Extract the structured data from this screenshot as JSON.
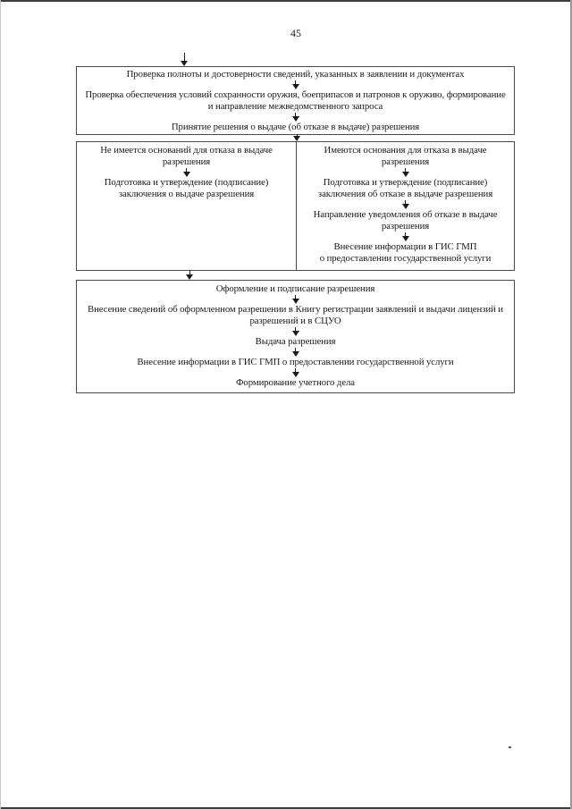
{
  "page": {
    "number": "45"
  },
  "colors": {
    "ink": "#1a1a1a",
    "box_border": "#4a4a4a",
    "background": "#ffffff"
  },
  "flowchart": {
    "top_box": {
      "steps": [
        "Проверка полноты и достоверности сведений, указанных в заявлении и документах",
        [
          "Проверка обеспечения условий сохранности оружия, боеприпасов и патронов к оружию, формирование",
          "и направление межведомственного запроса"
        ],
        "Принятие решения о выдаче (об отказе в выдаче) разрешения"
      ]
    },
    "left_branch": {
      "steps": [
        [
          "Не имеется оснований для отказа в выдаче",
          "разрешения"
        ],
        [
          "Подготовка и утверждение (подписание)",
          "заключения о выдаче разрешения"
        ]
      ]
    },
    "right_branch": {
      "steps": [
        [
          "Имеются основания для отказа в выдаче",
          "разрешения"
        ],
        [
          "Подготовка и утверждение (подписание)",
          "заключения об отказе в выдаче разрешения"
        ],
        [
          "Направление уведомления об отказе в выдаче",
          "разрешения"
        ],
        [
          "Внесение информации в ГИС ГМП",
          "о предоставлении государственной услуги"
        ]
      ]
    },
    "bottom_box": {
      "steps": [
        "Оформление и подписание разрешения",
        [
          "Внесение сведений об оформленном разрешении в Книгу регистрации заявлений и выдачи лицензий и",
          "разрешений и в СЦУО"
        ],
        "Выдача разрешения",
        "Внесение информации в ГИС ГМП о предоставлении государственной услуги",
        "Формирование учетного дела"
      ]
    }
  }
}
